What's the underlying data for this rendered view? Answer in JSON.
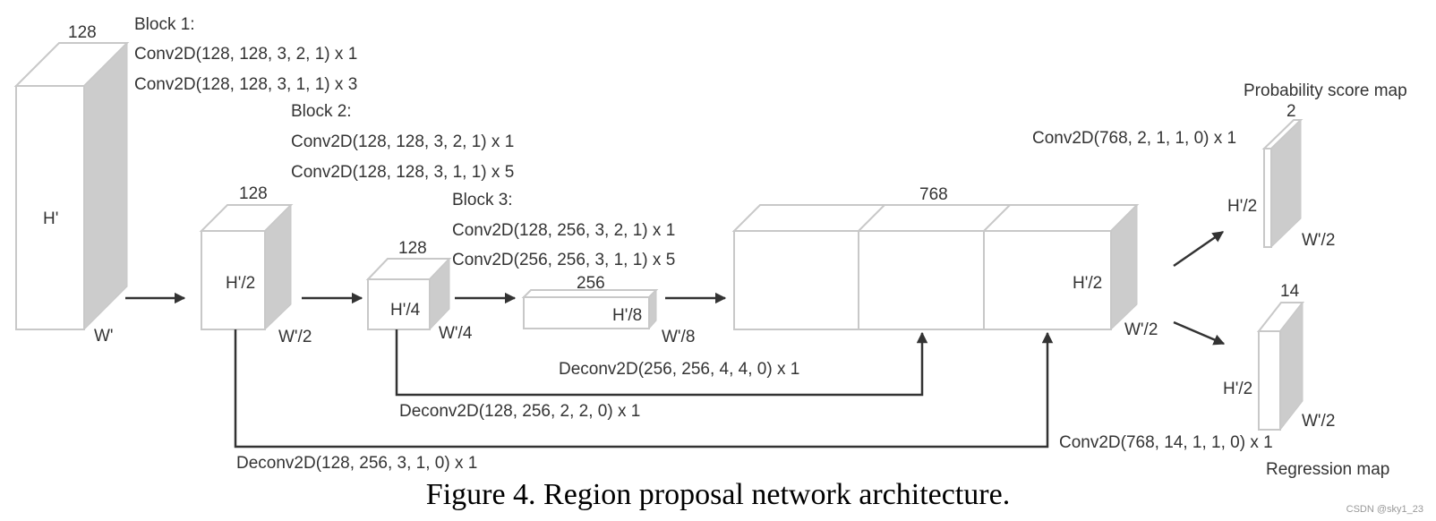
{
  "colors": {
    "box_edge": "#c8c8c8",
    "box_side": "#cccccc",
    "arrow": "#333333",
    "text": "#333333"
  },
  "input": {
    "channels": "128",
    "height": "H'",
    "width": "W'"
  },
  "block1": {
    "title": "Block 1:",
    "line1": "Conv2D(128, 128, 3, 2, 1) x 1",
    "line2": "Conv2D(128, 128, 3, 1, 1) x 3",
    "channels": "128",
    "height": "H'/2",
    "width": "W'/2"
  },
  "block2": {
    "title": "Block 2:",
    "line1": "Conv2D(128, 128, 3, 2, 1) x 1",
    "line2": "Conv2D(128, 128, 3, 1, 1) x 5",
    "channels": "128",
    "height": "H'/4",
    "width": "W'/4"
  },
  "block3": {
    "title": "Block 3:",
    "line1": "Conv2D(128, 256, 3, 2, 1) x 1",
    "line2": "Conv2D(256, 256, 3, 1, 1) x 5",
    "channels": "256",
    "height": "H'/8",
    "width": "W'/8"
  },
  "concat": {
    "channels": "768",
    "height": "H'/2",
    "width": "W'/2"
  },
  "deconvs": {
    "d1": "Deconv2D(256, 256, 4, 4, 0) x 1",
    "d2": "Deconv2D(128, 256, 2, 2, 0) x 1",
    "d3": "Deconv2D(128, 256, 3, 1, 0) x 1"
  },
  "prob_head": {
    "title": "Probability score map",
    "conv": "Conv2D(768, 2, 1, 1, 0) x 1",
    "channels": "2",
    "height": "H'/2",
    "width": "W'/2"
  },
  "reg_head": {
    "title": "Regression map",
    "conv": "Conv2D(768, 14, 1, 1, 0) x 1",
    "channels": "14",
    "height": "H'/2",
    "width": "W'/2"
  },
  "caption": "Figure 4. Region proposal network architecture.",
  "watermark": "CSDN @sky1_23"
}
